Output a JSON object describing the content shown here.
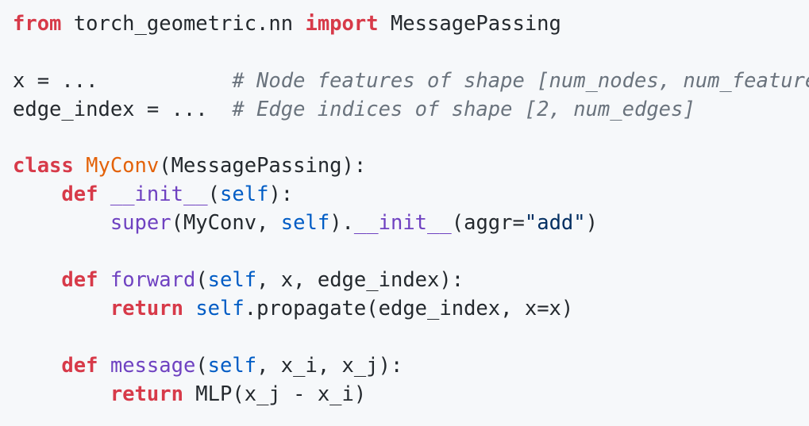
{
  "code": {
    "lines": [
      [
        {
          "t": "from",
          "c": "kw"
        },
        {
          "t": " torch_geometric.nn ",
          "c": ""
        },
        {
          "t": "import",
          "c": "kw"
        },
        {
          "t": " MessagePassing",
          "c": ""
        }
      ],
      [],
      [
        {
          "t": "x = ...           ",
          "c": ""
        },
        {
          "t": "# Node features of shape [num_nodes, num_features]",
          "c": "cm"
        }
      ],
      [
        {
          "t": "edge_index = ...  ",
          "c": ""
        },
        {
          "t": "# Edge indices of shape [2, num_edges]",
          "c": "cm"
        }
      ],
      [],
      [
        {
          "t": "class",
          "c": "kw"
        },
        {
          "t": " ",
          "c": ""
        },
        {
          "t": "MyConv",
          "c": "cls"
        },
        {
          "t": "(MessagePassing):",
          "c": ""
        }
      ],
      [
        {
          "t": "    ",
          "c": ""
        },
        {
          "t": "def",
          "c": "kw"
        },
        {
          "t": " ",
          "c": ""
        },
        {
          "t": "__init__",
          "c": "fn"
        },
        {
          "t": "(",
          "c": ""
        },
        {
          "t": "self",
          "c": "self"
        },
        {
          "t": "):",
          "c": ""
        }
      ],
      [
        {
          "t": "        ",
          "c": ""
        },
        {
          "t": "super",
          "c": "fn"
        },
        {
          "t": "(MyConv, ",
          "c": ""
        },
        {
          "t": "self",
          "c": "self"
        },
        {
          "t": ").",
          "c": ""
        },
        {
          "t": "__init__",
          "c": "fn"
        },
        {
          "t": "(aggr=",
          "c": ""
        },
        {
          "t": "\"add\"",
          "c": "str"
        },
        {
          "t": ")",
          "c": ""
        }
      ],
      [],
      [
        {
          "t": "    ",
          "c": ""
        },
        {
          "t": "def",
          "c": "kw"
        },
        {
          "t": " ",
          "c": ""
        },
        {
          "t": "forward",
          "c": "fn"
        },
        {
          "t": "(",
          "c": ""
        },
        {
          "t": "self",
          "c": "self"
        },
        {
          "t": ", x, edge_index):",
          "c": ""
        }
      ],
      [
        {
          "t": "        ",
          "c": ""
        },
        {
          "t": "return",
          "c": "kw"
        },
        {
          "t": " ",
          "c": ""
        },
        {
          "t": "self",
          "c": "self"
        },
        {
          "t": ".propagate(edge_index, x=x)",
          "c": ""
        }
      ],
      [],
      [
        {
          "t": "    ",
          "c": ""
        },
        {
          "t": "def",
          "c": "kw"
        },
        {
          "t": " ",
          "c": ""
        },
        {
          "t": "message",
          "c": "fn"
        },
        {
          "t": "(",
          "c": ""
        },
        {
          "t": "self",
          "c": "self"
        },
        {
          "t": ", x_i, x_j):",
          "c": ""
        }
      ],
      [
        {
          "t": "        ",
          "c": ""
        },
        {
          "t": "return",
          "c": "kw"
        },
        {
          "t": " MLP(x_j - x_i)",
          "c": ""
        }
      ]
    ]
  },
  "colors": {
    "background": "#f6f8fa",
    "keyword": "#d73a49",
    "class_name": "#e36209",
    "function": "#6f42c1",
    "self": "#005cc5",
    "string": "#032f62",
    "comment": "#6a737d",
    "text": "#24292e"
  }
}
